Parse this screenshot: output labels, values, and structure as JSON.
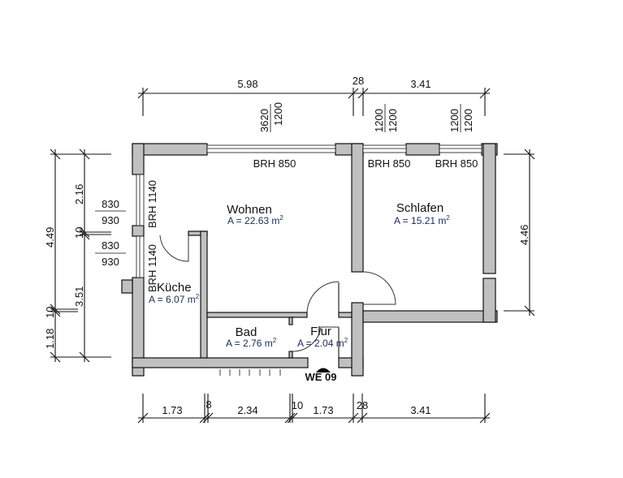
{
  "rooms": {
    "wohnen": {
      "name": "Wohnen",
      "area": "A = 22.63 m",
      "sup": "2"
    },
    "schlafen": {
      "name": "Schlafen",
      "area": "A = 15.21 m",
      "sup": "2"
    },
    "kueche": {
      "name": "Küche",
      "area": "A = 6.07 m",
      "sup": "2"
    },
    "bad": {
      "name": "Bad",
      "area": "A = 2.76 m",
      "sup": "2"
    },
    "flur": {
      "name": "Flur",
      "area": "A = 2.04 m",
      "sup": "2"
    }
  },
  "unit_label": "WE 09",
  "windows": {
    "top": [
      "BRH 850",
      "BRH 850",
      "BRH 850"
    ],
    "left": [
      "BRH 1140",
      "BRH 1140"
    ],
    "top_sizes": [
      [
        "3620",
        "1200"
      ],
      [
        "1200",
        "1200"
      ],
      [
        "1200",
        "1200"
      ]
    ],
    "left_sizes": [
      [
        "830",
        "930"
      ],
      [
        "830",
        "930"
      ]
    ]
  },
  "dimensions": {
    "top": [
      "5.98",
      "28",
      "3.41"
    ],
    "bottom": [
      "1.73",
      "8",
      "2.34",
      "10",
      "1.73",
      "28",
      "3.41"
    ],
    "left_outer": [
      "4.49",
      "10",
      "1.18"
    ],
    "left_inner": [
      "2.16",
      "10",
      "3.51"
    ],
    "right": [
      "4.46"
    ]
  }
}
